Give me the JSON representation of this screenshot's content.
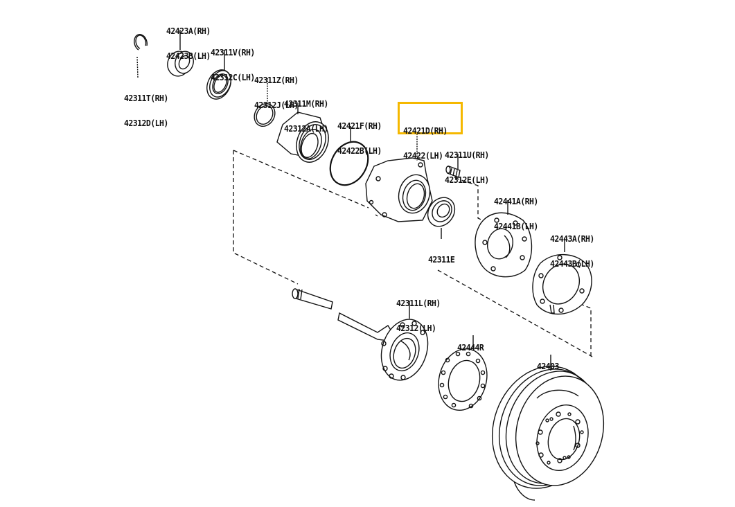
{
  "diagram": {
    "title": "Rear axle shaft & hub exploded parts diagram",
    "highlight_color": "#f5b800",
    "highlighted_part": "42421D",
    "parts": [
      {
        "id": "snap-ring",
        "lines": [
          "42311T(RH)",
          "42312D(LH)"
        ]
      },
      {
        "id": "bearing-collar",
        "lines": [
          "42423A(RH)",
          "42423B(LH)"
        ]
      },
      {
        "id": "oil-seal-outer",
        "lines": [
          "42311V(RH)",
          "42312C(LH)"
        ]
      },
      {
        "id": "o-ring-small",
        "lines": [
          "42311Z(RH)",
          "42312J(LH)"
        ]
      },
      {
        "id": "hub-bearing",
        "lines": [
          "42311M(RH)",
          "42312A(LH)"
        ]
      },
      {
        "id": "o-ring-large",
        "lines": [
          "42421F(RH)",
          "42422B(LH)"
        ]
      },
      {
        "id": "bearing-retainer",
        "lines": [
          "42421D(RH)",
          "42422(LH)"
        ]
      },
      {
        "id": "hub-bolt",
        "lines": [
          "42311U(RH)",
          "42312E(LH)"
        ]
      },
      {
        "id": "oil-seal-inner",
        "lines": [
          "42311E"
        ]
      },
      {
        "id": "backing-plate-gasket",
        "lines": [
          "42441A(RH)",
          "42441B(LH)"
        ]
      },
      {
        "id": "dust-cover",
        "lines": [
          "42443A(RH)",
          "42443B(LH)"
        ]
      },
      {
        "id": "axle-shaft",
        "lines": [
          "42311L(RH)",
          "42312(LH)"
        ]
      },
      {
        "id": "shaft-gasket",
        "lines": [
          "42444R"
        ]
      },
      {
        "id": "brake-drum",
        "lines": [
          "42403"
        ]
      }
    ]
  }
}
